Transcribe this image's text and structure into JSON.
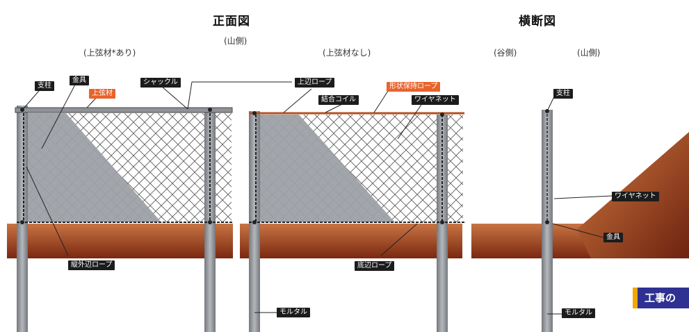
{
  "titles": {
    "front": "正面図",
    "cross": "横断図"
  },
  "subtitles": {
    "mountain_top": "(山側)",
    "with_top_chord": "(上弦材*あり)",
    "without_top_chord": "(上弦材なし)",
    "valley_side": "(谷側)",
    "mountain_side": "(山側)"
  },
  "labels": {
    "post_left": "支柱",
    "fittings": "金具",
    "top_chord": "上弦材",
    "shackle": "シャックル",
    "top_rope": "上辺ロープ",
    "shape_rope": "形状保持ロープ",
    "coil": "結合コイル",
    "wire_net": "ワイヤネット",
    "outer_frame_rope": "縦外辺ロープ",
    "bottom_rope": "底辺ロープ",
    "mortar_center": "モルタル",
    "post_right": "支柱",
    "wire_net_right": "ワイヤネット",
    "fittings_right": "金具",
    "mortar_right": "モルタル"
  },
  "banner": "工事の",
  "colors": {
    "ground_top": "#c06a3a",
    "ground_bottom": "#7a2a10",
    "gray_panel": "#9a9ea4",
    "post": "#8e9196",
    "accent_orange": "#e8632b",
    "banner_blue": "#2e3192",
    "banner_yellow": "#f2a800"
  }
}
